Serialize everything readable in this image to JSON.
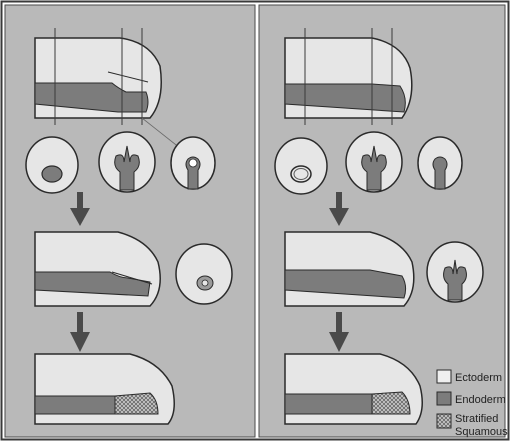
{
  "figure": {
    "panels": [
      "left-panel",
      "right-panel"
    ],
    "colors": {
      "frame": "#3a3a3a",
      "background": "#b9b9b9",
      "ectoderm": "#e6e6e6",
      "endoderm": "#7c7c7c",
      "stratified": "#bfbfbf",
      "outline": "#2a2a2a",
      "arrow": "#4a4a4a"
    },
    "icons": [
      "arrow-down-icon"
    ]
  },
  "legend": {
    "items": [
      {
        "label": "Ectoderm",
        "color": "#efefef"
      },
      {
        "label": "Endoderm",
        "color": "#7c7c7c"
      },
      {
        "label_line1": "Stratified",
        "label_line2": "Squamous",
        "pattern": "crosshatch"
      }
    ]
  }
}
